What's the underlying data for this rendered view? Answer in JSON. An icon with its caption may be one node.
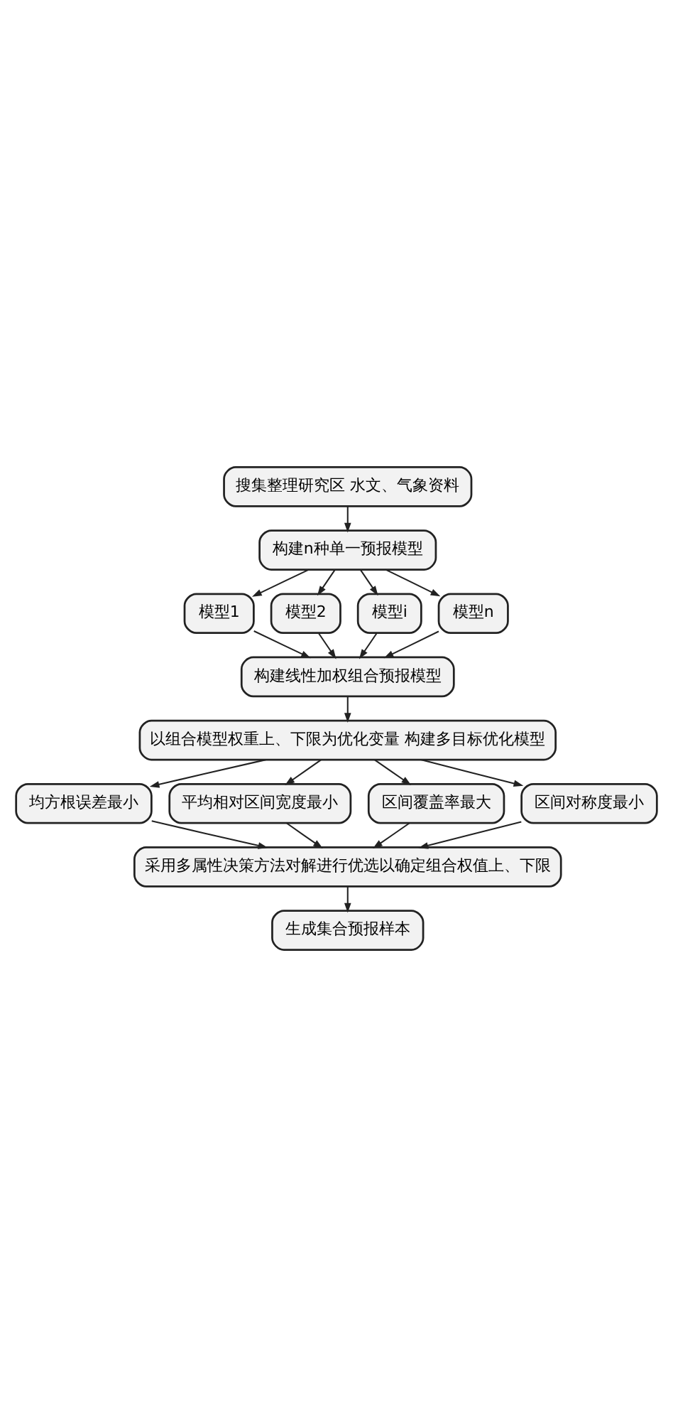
{
  "diagram": {
    "nodes": [
      {
        "text": [
          "搜集整理研究区 水文、气象资料"
        ]
      },
      {
        "text": [
          "构建n种单一预报模型"
        ]
      },
      {
        "text": [
          "模型1"
        ]
      },
      {
        "text": [
          "模型2"
        ]
      },
      {
        "text": [
          "模型i"
        ]
      },
      {
        "text": [
          "模型n"
        ]
      },
      {
        "text": [
          "构建线性加权组合预报模型"
        ]
      },
      {
        "text": [
          "以组合模型权重上、下限为优化变量 构建多目标优化模型"
        ]
      },
      {
        "text": [
          "均方根误差最小"
        ]
      },
      {
        "text": [
          "平均相对区间宽度最小"
        ]
      },
      {
        "text": [
          "区间覆盖率最大"
        ]
      },
      {
        "text": [
          "区间对称度最小"
        ]
      },
      {
        "text": [
          "采用多属性决策方法对解进行优选以确定组合权值上、下限"
        ]
      },
      {
        "text": [
          "生成集合预报样本"
        ]
      }
    ],
    "edges": [
      {
        "from": 0,
        "to": 1,
        "arrow": "to"
      },
      {
        "from": 1,
        "to": 2,
        "arrow": "to"
      },
      {
        "from": 1,
        "to": 3,
        "arrow": "to"
      },
      {
        "from": 1,
        "to": 4,
        "arrow": "to"
      },
      {
        "from": 1,
        "to": 5,
        "arrow": "to"
      },
      {
        "from": 2,
        "to": 6,
        "arrow": "to"
      },
      {
        "from": 3,
        "to": 6,
        "arrow": "to"
      },
      {
        "from": 4,
        "to": 6,
        "arrow": "to"
      },
      {
        "from": 5,
        "to": 6,
        "arrow": "to"
      },
      {
        "from": 6,
        "to": 7,
        "arrow": "to"
      },
      {
        "from": 7,
        "to": 8,
        "arrow": "to"
      },
      {
        "from": 7,
        "to": 9,
        "arrow": "to"
      },
      {
        "from": 7,
        "to": 10,
        "arrow": "to"
      },
      {
        "from": 7,
        "to": 11,
        "arrow": "to"
      },
      {
        "from": 8,
        "to": 12,
        "arrow": "to"
      },
      {
        "from": 9,
        "to": 12,
        "arrow": "to"
      },
      {
        "from": 10,
        "to": 12,
        "arrow": "to"
      },
      {
        "from": 11,
        "to": 12,
        "arrow": "to"
      },
      {
        "from": 12,
        "to": 13,
        "arrow": "to"
      }
    ]
  }
}
